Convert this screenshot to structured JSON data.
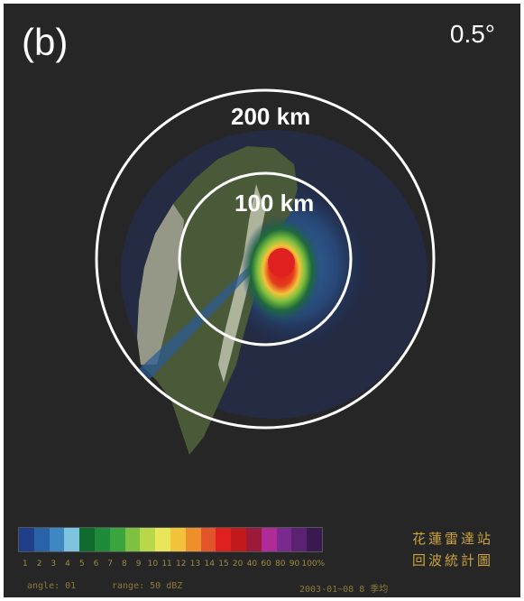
{
  "figure": {
    "panel_label": "(b)",
    "elevation_angle": "0.5°"
  },
  "rings": [
    {
      "label": "200 km"
    },
    {
      "label": "100 km"
    }
  ],
  "legend": {
    "colors": [
      "#1f3f8a",
      "#2a62a8",
      "#3e86c4",
      "#7fc4de",
      "#0f6b2e",
      "#1e8a3a",
      "#3aa53c",
      "#7ec03f",
      "#b8d84a",
      "#e9e65a",
      "#f2c33a",
      "#ef8f2b",
      "#e2542a",
      "#e01f1f",
      "#c21a1a",
      "#9b1a3a",
      "#b02a98",
      "#7a2a8e",
      "#5a2270",
      "#3a1850"
    ],
    "ticks": [
      "1",
      "2",
      "3",
      "4",
      "5",
      "6",
      "7",
      "8",
      "9",
      "10",
      "11",
      "12",
      "13",
      "14",
      "15",
      "20",
      "40",
      "60",
      "80",
      "90",
      "100%"
    ]
  },
  "title_cn": {
    "line1": "花蓮雷達站",
    "line2": "回波統計圖"
  },
  "footer": {
    "angle": "angle: 01",
    "range": "range: 50  dBZ",
    "date": "2003-01~08 8 季均"
  },
  "colors": {
    "background": "#262626",
    "ring": "#ffffff",
    "land": "#4a5a38"
  }
}
